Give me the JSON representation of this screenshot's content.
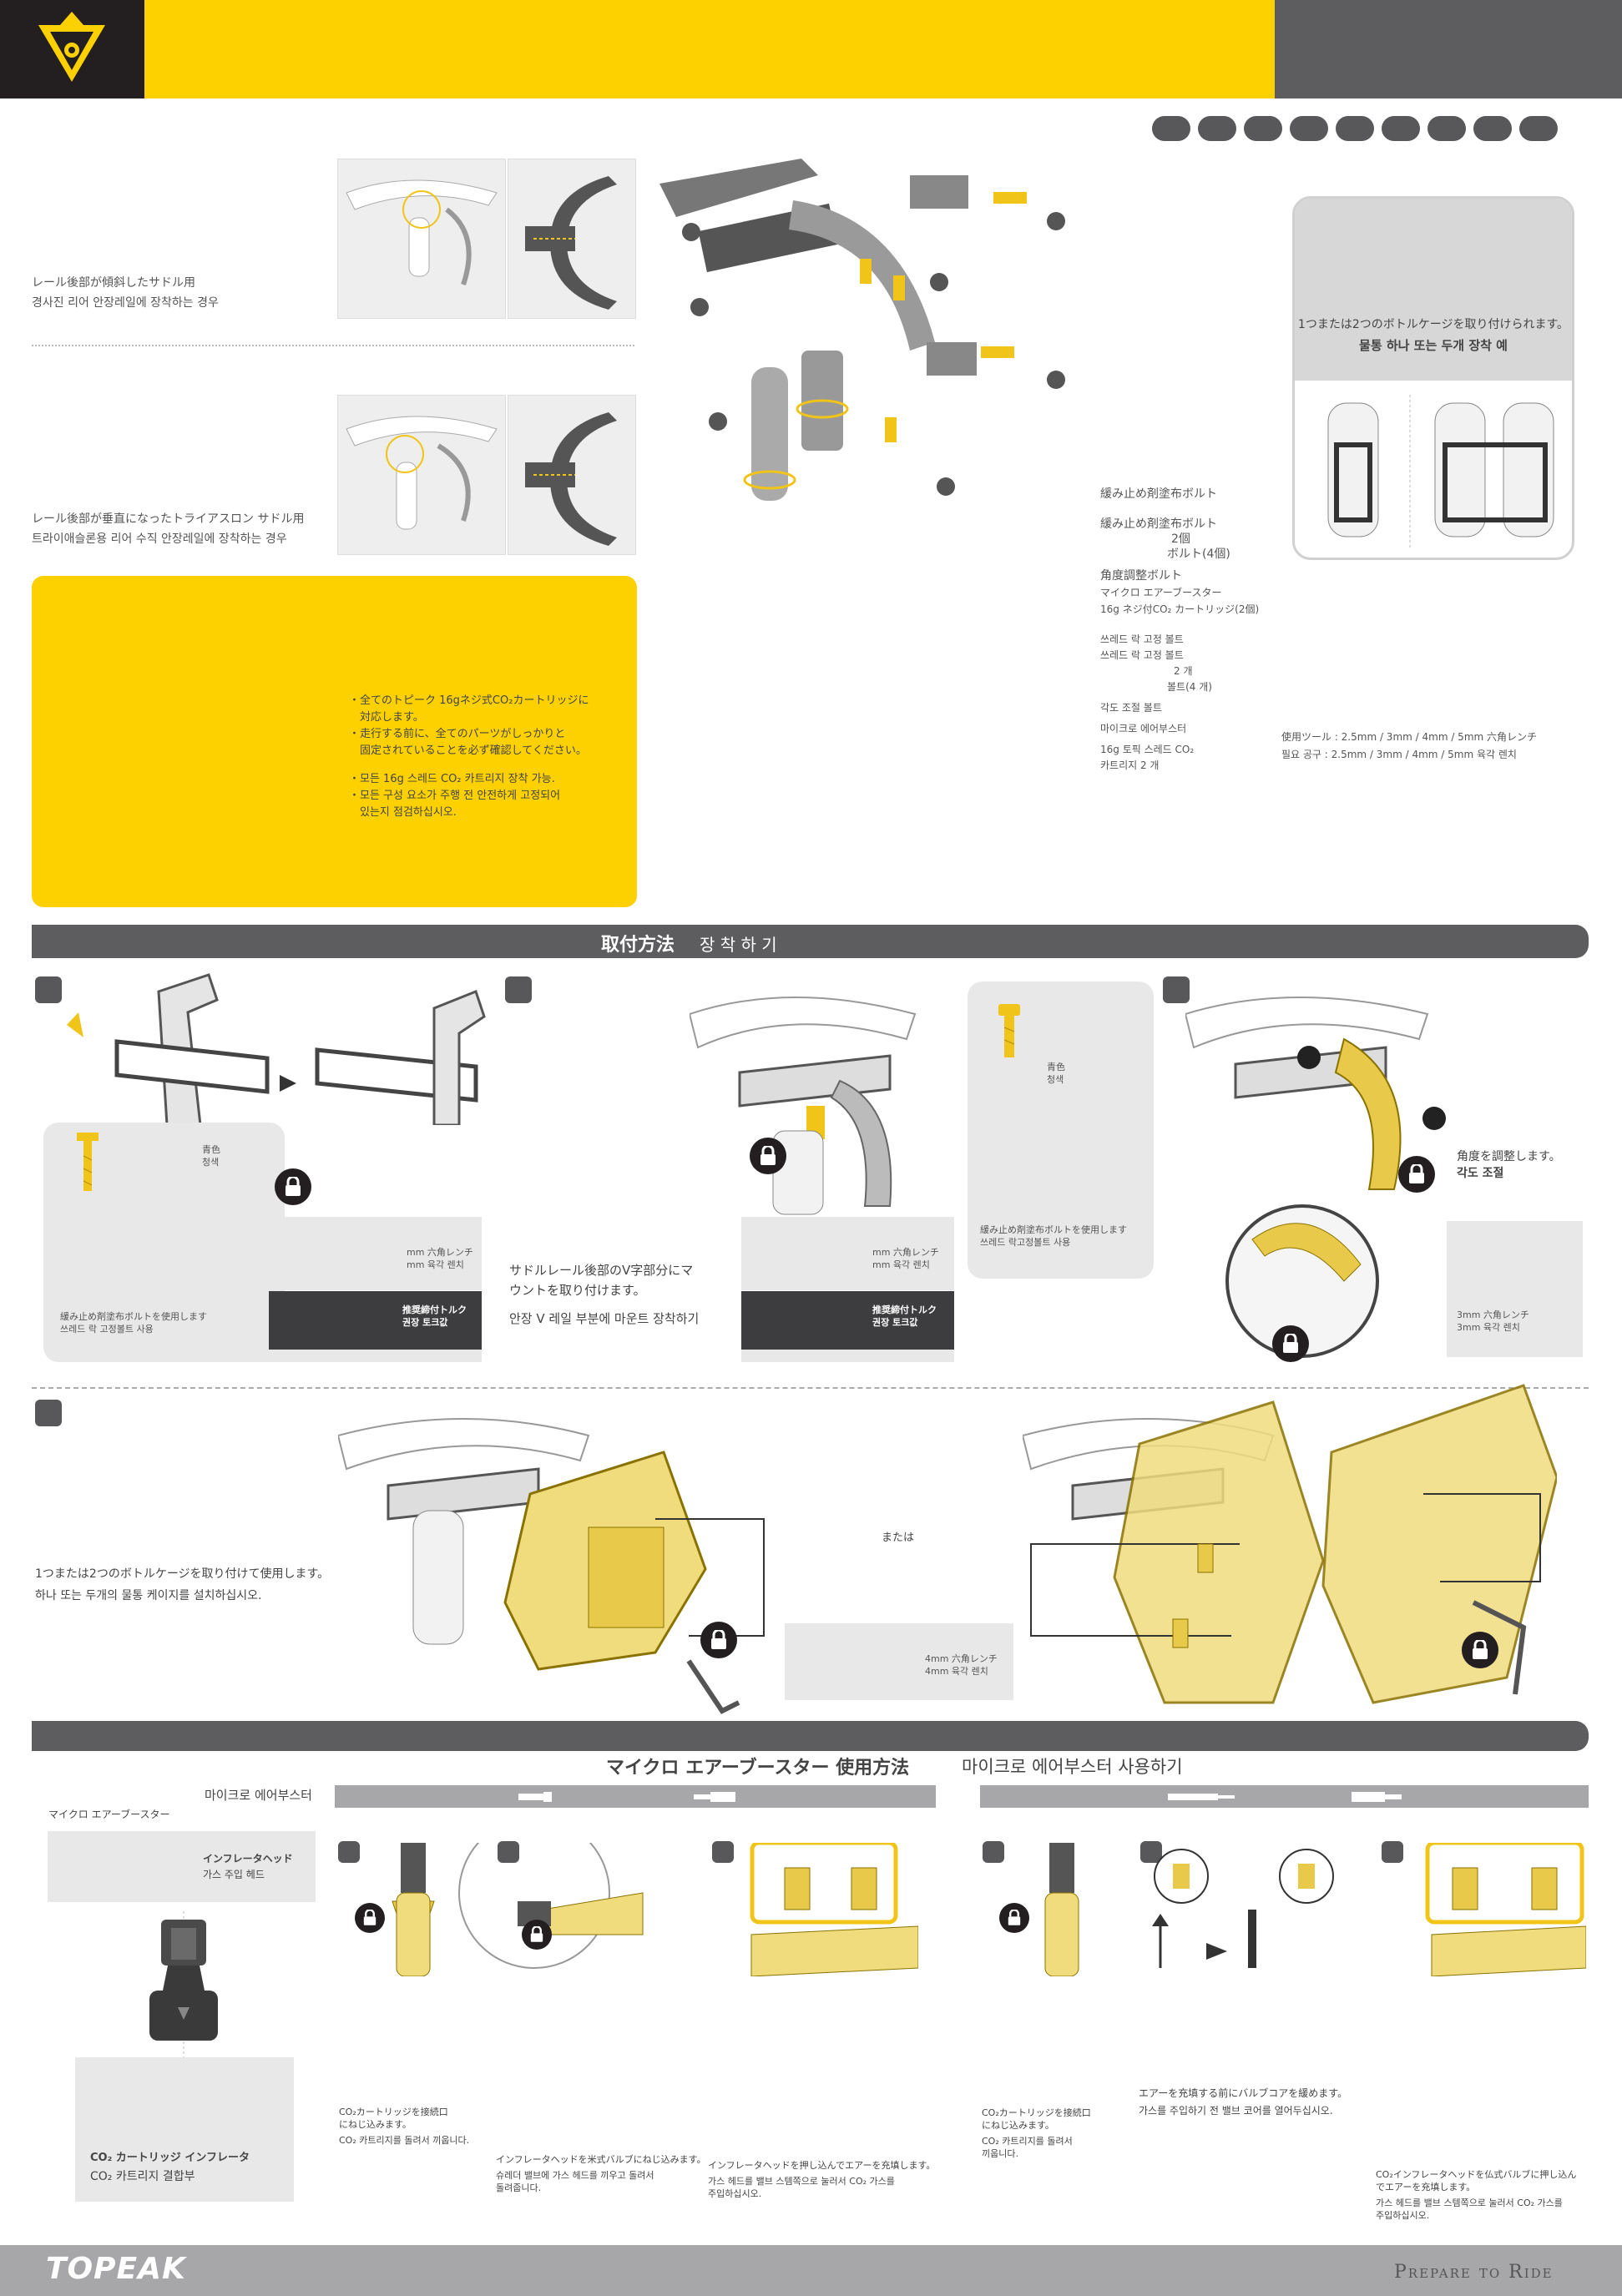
{
  "header": {
    "brand_color": "#fdd000",
    "dark_color": "#231f20",
    "gray_color": "#5d5c5e",
    "logo_icon": "topeak-triangle-logo-icon",
    "language_dots": 9
  },
  "mounting_options": {
    "inclined": {
      "jp": "レール後部が傾斜したサドル用",
      "kr": "경사진 리어 안장레일에 장착하는 경우"
    },
    "vertical": {
      "jp": "レール後部が垂直になったトライアスロン サドル用",
      "kr": "트라이애슬론용 리어 수직 안장레일에 장착하는 경우"
    }
  },
  "parts": {
    "jp": [
      "緩み止め剤塗布ボルト",
      "緩み止め剤塗布ボルト",
      "2個",
      "ボルト(4個)",
      "角度調整ボルト",
      "マイクロ エアーブースター",
      "16g ネジ付CO₂ カートリッジ(2個)"
    ],
    "kr": [
      "쓰레드 락 고정 볼트",
      "쓰레드 락 고정 볼트",
      "2 개",
      "볼트(4 개)",
      "각도 조절 볼트",
      "마이크로 에어부스터",
      "16g 토픽 스레드 CO₂",
      "카트리지 2 개"
    ],
    "tools_jp": "使用ツール : 2.5mm / 3mm / 4mm / 5mm 六角レンチ",
    "tools_kr": "필요 공구 : 2.5mm / 3mm / 4mm / 5mm 육각 렌치"
  },
  "bottle_box": {
    "jp": "1つまたは2つのボトルケージを取り付けられます。",
    "kr": "물통 하나 또는 두개 장착 예"
  },
  "notice": {
    "jp1": "・全てのトピーク 16gネジ式CO₂カートリッジに",
    "jp2": "　対応します。",
    "jp3": "・走行する前に、全てのパーツがしっかりと",
    "jp4": "　固定されていることを必ず確認してください。",
    "kr1": "・모든 16g 스레드 CO₂ 카트리지 장착 가능.",
    "kr2": "・모든 구성 요소가 주행 전 안전하게 고정되어",
    "kr3": "　있는지 점검하십시오."
  },
  "install_section": {
    "title_jp": "取付方法",
    "title_kr": "장 착 하 기",
    "step1": {
      "color_jp": "青色",
      "color_kr": "청색",
      "threadlock_jp": "緩み止め剤塗布ボルトを使用します",
      "threadlock_kr": "쓰레드 락 고정볼트 사용",
      "wrench_jp": "mm 六角レンチ",
      "wrench_kr": "mm 육각 렌치",
      "torque_jp": "推奨締付トルク",
      "torque_kr": "권장 토크값"
    },
    "step2": {
      "desc_jp1": "サドルレール後部のV字部分にマ",
      "desc_jp2": "ウントを取り付けます。",
      "desc_kr": "안장 V 레일 부분에 마운트 장착하기",
      "wrench_jp": "mm 六角レンチ",
      "wrench_kr": "mm 육각 렌치",
      "torque_jp": "推奨締付トルク",
      "torque_kr": "권장 토크값",
      "color_jp": "青色",
      "color_kr": "청색",
      "threadlock_jp": "緩み止め剤塗布ボルトを使用します",
      "threadlock_kr": "쓰레드 락고정볼트 사용"
    },
    "step3": {
      "angle_jp": "角度を調整します。",
      "angle_kr": "각도 조절",
      "wrench_jp": "3mm 六角レンチ",
      "wrench_kr": "3mm 육각 렌치"
    },
    "step4": {
      "desc_jp": "1つまたは2つのボトルケージを取り付けて使用します。",
      "desc_kr": "하나 또는 두개의 물통 케이지를 설치하십시오.",
      "or_jp": "または",
      "wrench_jp": "4mm 六角レンチ",
      "wrench_kr": "4mm 육각 렌치"
    }
  },
  "booster_section": {
    "title_jp": "マイクロ エアーブースター 使用方法",
    "title_kr": "마이크로 에어부스터 사용하기",
    "label_jp": "マイクロ エアーブースター",
    "label_kr": "마이크로 에어부스터",
    "head_jp": "インフレータヘッド",
    "head_kr": "가스 주입 헤드",
    "inflator_jp": "CO₂ カートリッジ インフレータ",
    "inflator_kr": "CO₂ 카트리지 결합부",
    "presta": {
      "s1_jp1": "CO₂カートリッジを接続口",
      "s1_jp2": "にねじ込みます。",
      "s1_kr": "CO₂ 카트리지를 돌려서 끼웁니다.",
      "s2_jp": "インフレータヘッドを米式バルブにねじ込みます。",
      "s2_kr1": "슈레더 밸브에 가스 헤드를 끼우고 돌려서",
      "s2_kr2": "돌려줍니다.",
      "s3_jp": "インフレータヘッドを押し込んでエアーを充填します。",
      "s3_kr1": "가스 헤드를 밸브 스템쪽으로 눌러서 CO₂ 가스를",
      "s3_kr2": "주입하십시오."
    },
    "schrader": {
      "s1_jp1": "CO₂カートリッジを接続口",
      "s1_jp2": "にねじ込みます。",
      "s1_kr1": "CO₂ 카트리지를 돌려서",
      "s1_kr2": "끼웁니다.",
      "s2_jp": "エアーを充填する前にバルブコアを緩めます。",
      "s2_kr": "가스를 주입하기 전 밸브 코어를 열어두십시오.",
      "s3_jp1": "CO₂インフレータヘッドを仏式バルブに押し込ん",
      "s3_jp2": "でエアーを充填します。",
      "s3_kr1": "가스 헤드를 밸브 스템쪽으로 눌러서 CO₂ 가스를",
      "s3_kr2": "주입하십시오."
    }
  },
  "footer": {
    "brand": "TOPEAK",
    "slogan": "Prepare to Ride"
  }
}
